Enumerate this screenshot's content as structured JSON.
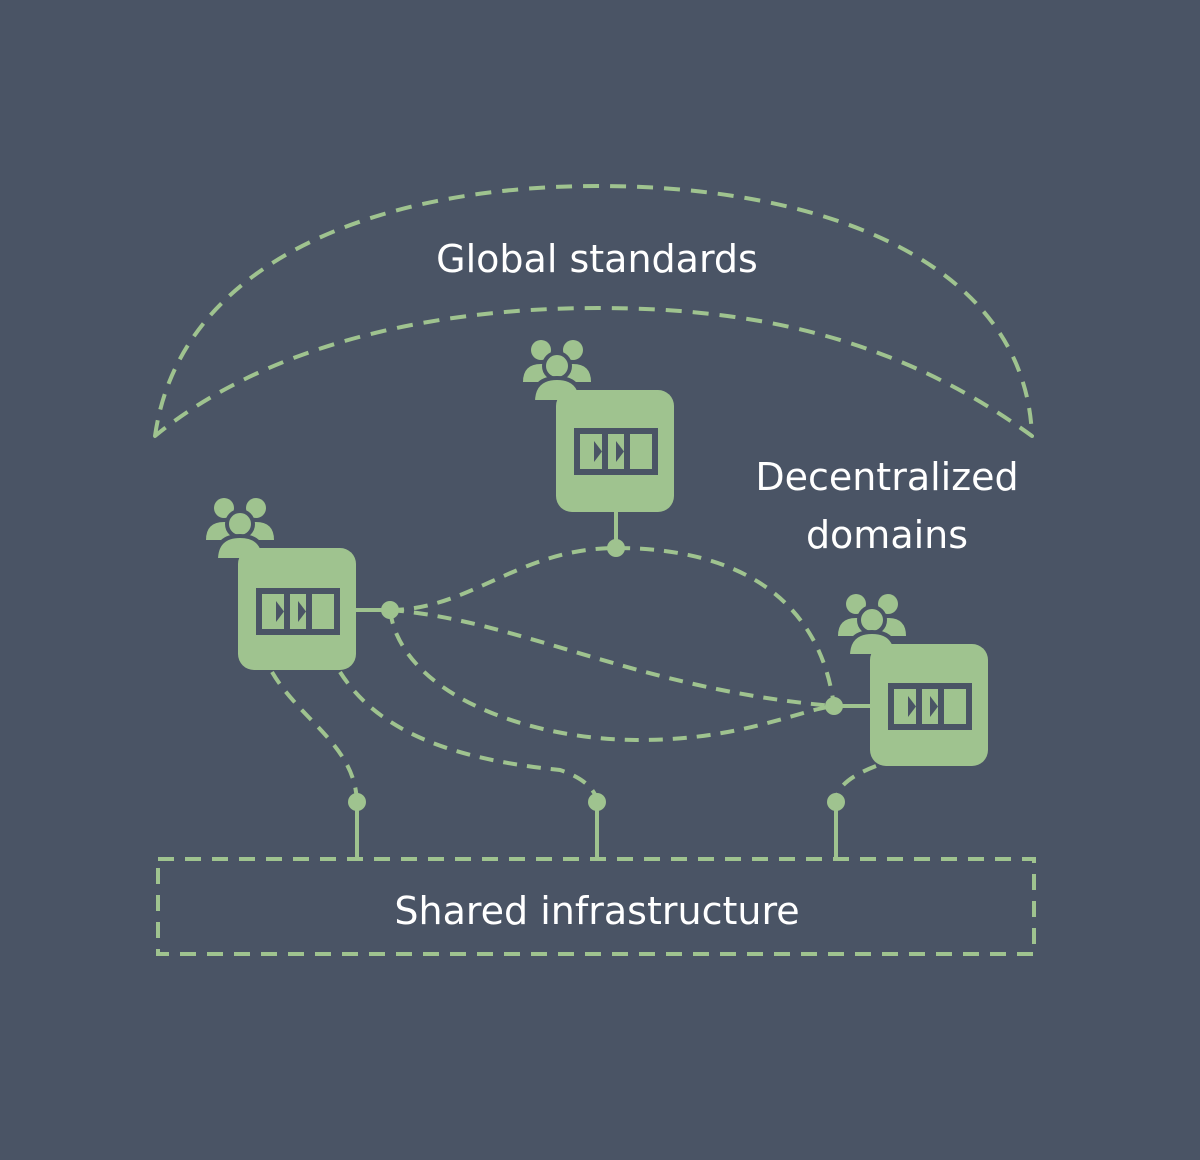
{
  "labels": {
    "global_standards": "Global standards",
    "decentralized_line1": "Decentralized",
    "decentralized_line2": "domains",
    "shared_infrastructure": "Shared infrastructure"
  },
  "colors": {
    "background": "#4a5465",
    "accent": "#9fc38f",
    "text": "#ffffff"
  },
  "icons": {
    "team": "people-group-icon",
    "domain": "data-pipeline-icon"
  }
}
